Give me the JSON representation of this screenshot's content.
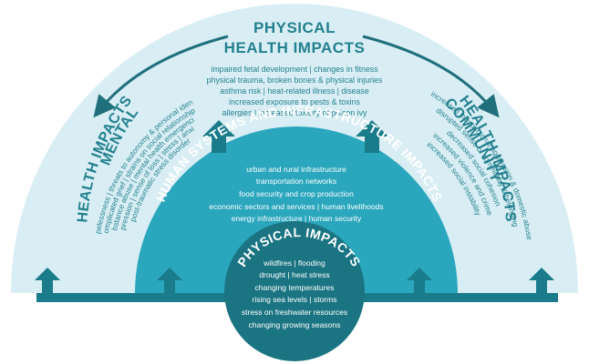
{
  "colors": {
    "outer_ring": "#d9eef4",
    "middle_ring": "#2aa6bd",
    "inner_circle": "#1a7482",
    "dark_teal": "#1a7c8a",
    "mid_teal": "#2b95a8",
    "text_dark": "#23808e",
    "text_light": "#ffffff"
  },
  "physical_health": {
    "title_line1": "PHYSICAL",
    "title_line2": "HEALTH IMPACTS",
    "items": [
      "impaired fetal development | changes in fitness",
      "physical trauma, broken bones & physical injuries",
      "asthma risk | heat-related illness | disease",
      "increased exposure to pests & toxins",
      "allergies | increased toxicity of poison ivy"
    ]
  },
  "mental_health": {
    "title_line1": "MENTAL",
    "title_line2": "HEALTH IMPACTS",
    "items": [
      "hopelessness | threats to autonomy & personal identity",
      "complicated grief | strains on social relationships",
      "substance abuse | mental health emergencies",
      "depression | sense of loss | stress | anxiety",
      "post-traumatic stress disorder"
    ]
  },
  "community_health": {
    "title_line1": "COMMUNITY",
    "title_line2": "HEALTH IMPACTS",
    "items": [
      "increased interpersonal aggression & domestic abuse",
      "disrupted sense of community & belonging",
      "decreased social cohesion",
      "increased violence and crime",
      "increased social instability"
    ]
  },
  "human_systems": {
    "title": "HUMAN SYSTEMS AND INFRASTRUCTURE IMPACTS",
    "items": [
      "urban and rural infrastructure",
      "transportation networks",
      "food security and crop production",
      "economic sectors and services | human livelihoods",
      "energy infrastructure | human security"
    ]
  },
  "physical_impacts": {
    "title": "PHYSICAL IMPACTS",
    "items": [
      "wildfires | flooding",
      "drought | heat stress",
      "changing temperatures",
      "rising sea levels | storms",
      "stress on freshwater resources",
      "changing growing seasons"
    ]
  }
}
